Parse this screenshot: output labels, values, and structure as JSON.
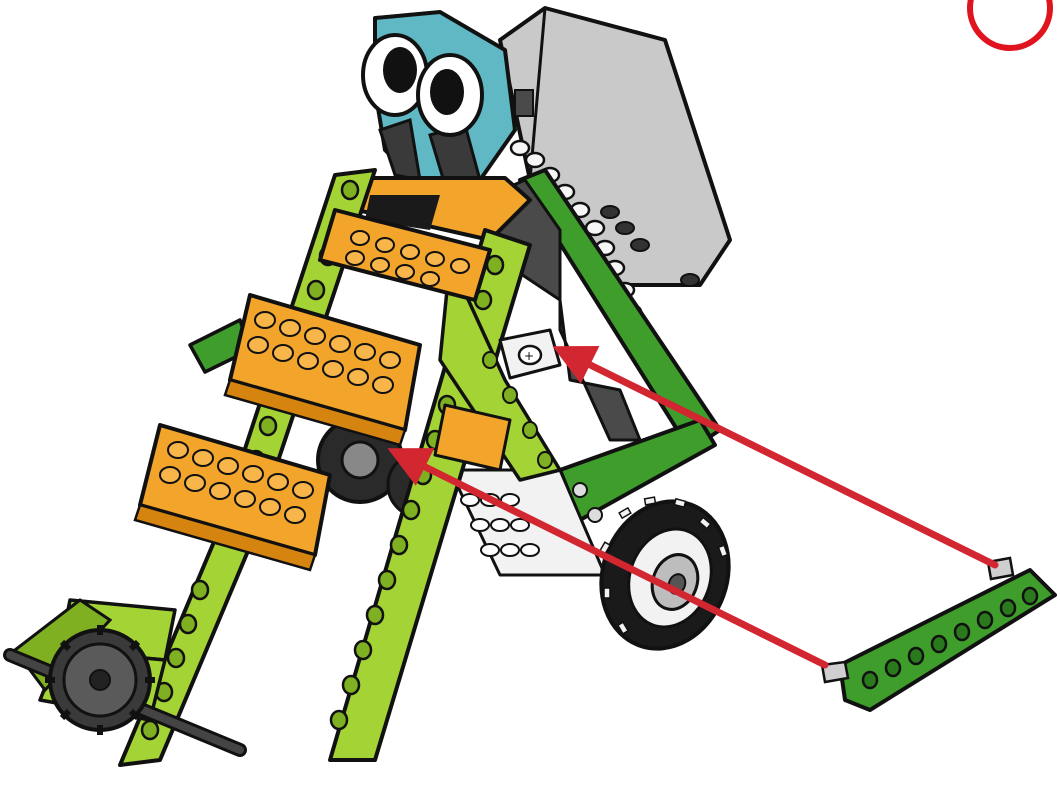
{
  "diagram": {
    "type": "building-instruction-step",
    "subject": "lego-walking-robot-model",
    "colors": {
      "lime": "#a4d336",
      "lime_dark": "#7fb021",
      "green": "#3f9d2b",
      "green_dark": "#2a7a1d",
      "orange": "#f3a42a",
      "orange_dark": "#d68410",
      "teal": "#5fb8c4",
      "grey_panel": "#c9c9c9",
      "grey_dark": "#5a5a5a",
      "black": "#1a1a1a",
      "white": "#f6f6f6",
      "arrow_red": "#d22630",
      "callout_red": "#e0141e"
    },
    "icons": [
      "eyes-sensor-icon",
      "gear-icon",
      "wheel-icon",
      "axle-icon",
      "beam-icon"
    ],
    "callout": {
      "shape": "circle",
      "color": "#e0141e",
      "cropped": true
    },
    "arrows": [
      {
        "name": "upper-attach-arrow",
        "direction": "toward-model"
      },
      {
        "name": "lower-attach-arrow",
        "direction": "toward-model"
      }
    ]
  }
}
